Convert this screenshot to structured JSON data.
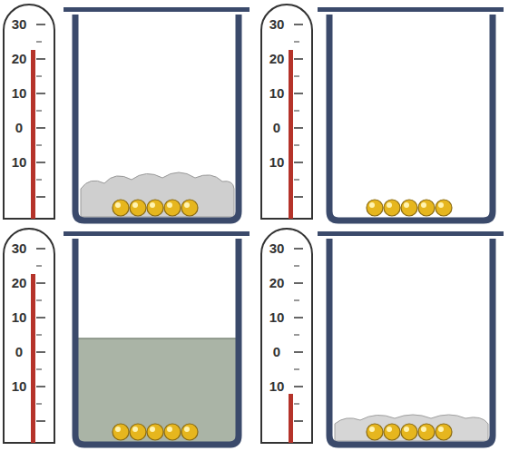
{
  "diagram": {
    "labels": [
      "30",
      "20",
      "10",
      "0",
      "10",
      "30",
      "20",
      "10",
      "0",
      "10",
      "30",
      "20",
      "10",
      "0",
      "10",
      "30",
      "20",
      "10",
      "0",
      "10"
    ]
  }
}
